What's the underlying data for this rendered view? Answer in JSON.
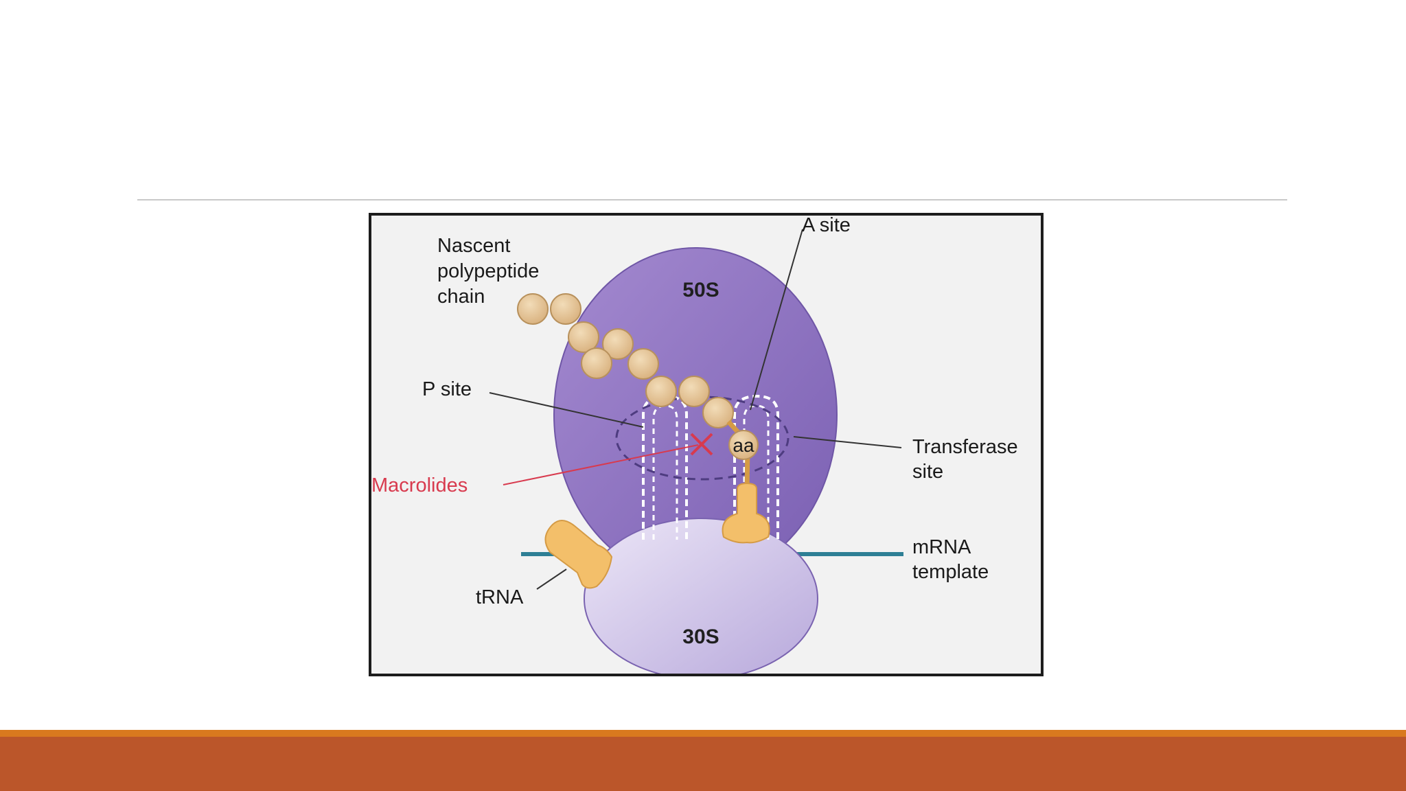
{
  "labels": {
    "nascent_line1": "Nascent",
    "nascent_line2": "polypeptide",
    "nascent_line3": "chain",
    "a_site": "A site",
    "p_site": "P site",
    "macrolides": "Macrolides",
    "transferase_line1": "Transferase",
    "transferase_line2": "site",
    "mrna_line1": "mRNA",
    "mrna_line2": "template",
    "trna": "tRNA",
    "large_subunit": "50S",
    "small_subunit": "30S",
    "amino_acid": "aa"
  },
  "colors": {
    "large_subunit": "#8e72bf",
    "small_subunit": "#cdc1e6",
    "bead": "#e3c294",
    "trna": "#f3bf6a",
    "mrna": "#2e7f95",
    "macrolide_mark": "#d83a4e",
    "band_top": "#d9791e",
    "band_bottom": "#bb562a"
  }
}
